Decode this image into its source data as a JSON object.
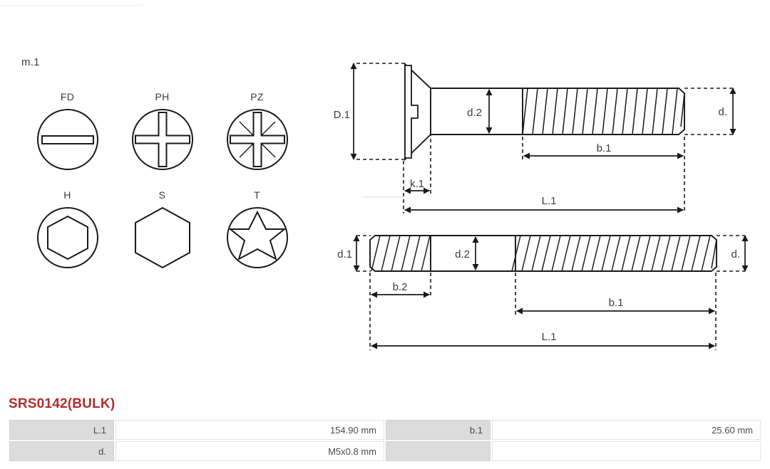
{
  "diagram": {
    "group_label": "m.1",
    "head_types": [
      [
        {
          "code": "FD",
          "icon": "slotted-head-icon"
        },
        {
          "code": "PH",
          "icon": "phillips-head-icon"
        },
        {
          "code": "PZ",
          "icon": "pozidriv-head-icon"
        }
      ],
      [
        {
          "code": "H",
          "icon": "hex-socket-head-icon"
        },
        {
          "code": "S",
          "icon": "hex-head-icon"
        },
        {
          "code": "T",
          "icon": "torx-head-icon"
        }
      ]
    ],
    "screw_dimensions": {
      "head_diameter": "D.1",
      "head_height": "k.1",
      "shank_diameter": "d.2",
      "thread_diameter": "d.",
      "thread_length": "b.1",
      "total_length": "L.1"
    },
    "stud_dimensions": {
      "left_thread_diameter": "d.1",
      "shank_diameter": "d.2",
      "right_thread_diameter": "d.",
      "left_thread_length": "b.2",
      "right_thread_length": "b.1",
      "total_length": "L.1"
    }
  },
  "part": {
    "number": "SRS0142(BULK)",
    "accent_color": "#b42b2b"
  },
  "spec_table": {
    "rows": [
      {
        "key1": "L.1",
        "val1": "154.90 mm",
        "key2": "b.1",
        "val2": "25.60 mm"
      },
      {
        "key1": "d.",
        "val1": "M5x0.8 mm",
        "key2": "",
        "val2": ""
      }
    ]
  }
}
